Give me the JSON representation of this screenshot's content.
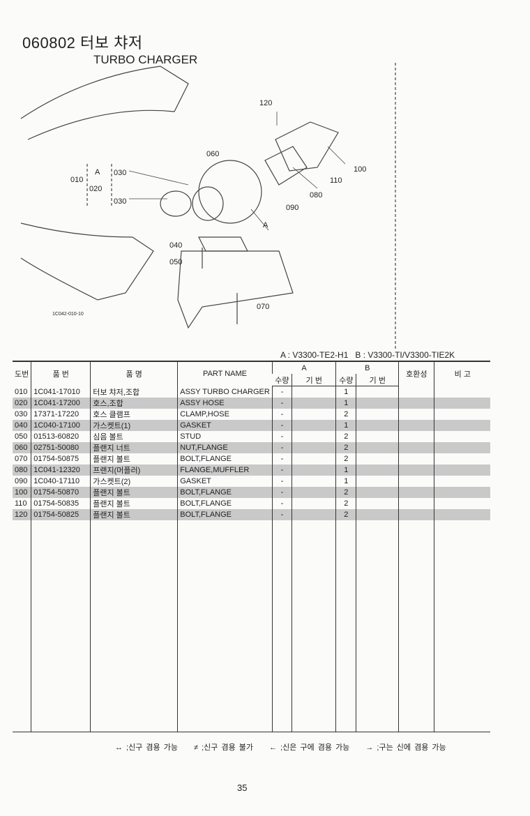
{
  "header": {
    "code_title": "060802 터보 챠저",
    "english_title": "TURBO CHARGER"
  },
  "diagram": {
    "callouts": [
      "120",
      "060",
      "030",
      "030",
      "010",
      "A",
      "020",
      "100",
      "110",
      "080",
      "090",
      "A",
      "040",
      "050",
      "070"
    ],
    "figure_id": "1C042-010-10"
  },
  "models_line": "A : V3300-TE2-H1   B : V3300-TI/V3300-TIE2K",
  "table": {
    "headers": {
      "no": "도번",
      "part_no": "품  번",
      "name_kr": "품      명",
      "part_name": "PART NAME",
      "group_a": "A",
      "group_b": "B",
      "qty": "수량",
      "code": "기 번",
      "compat": "호환성",
      "remarks": "비  고"
    },
    "rows": [
      {
        "no": "010",
        "part_no": "1C041-17010",
        "name_kr": "터보 챠저,조합",
        "part_name": "ASSY TURBO CHARGER",
        "a_qty": "-",
        "b_qty": "1"
      },
      {
        "no": "020",
        "part_no": "1C041-17200",
        "name_kr": "호스,조합",
        "part_name": "ASSY HOSE",
        "a_qty": "-",
        "b_qty": "1"
      },
      {
        "no": "030",
        "part_no": "17371-17220",
        "name_kr": "호스 클램프",
        "part_name": "CLAMP,HOSE",
        "a_qty": "-",
        "b_qty": "2"
      },
      {
        "no": "040",
        "part_no": "1C040-17100",
        "name_kr": "가스켓트(1)",
        "part_name": "GASKET",
        "a_qty": "-",
        "b_qty": "1"
      },
      {
        "no": "050",
        "part_no": "01513-60820",
        "name_kr": "심음 볼트",
        "part_name": "STUD",
        "a_qty": "-",
        "b_qty": "2"
      },
      {
        "no": "060",
        "part_no": "02751-50080",
        "name_kr": "플랜지 너트",
        "part_name": "NUT,FLANGE",
        "a_qty": "-",
        "b_qty": "2"
      },
      {
        "no": "070",
        "part_no": "01754-50875",
        "name_kr": "플랜지 볼트",
        "part_name": "BOLT,FLANGE",
        "a_qty": "-",
        "b_qty": "2"
      },
      {
        "no": "080",
        "part_no": "1C041-12320",
        "name_kr": "프랜지(머플러)",
        "part_name": "FLANGE,MUFFLER",
        "a_qty": "-",
        "b_qty": "1"
      },
      {
        "no": "090",
        "part_no": "1C040-17110",
        "name_kr": "가스켓트(2)",
        "part_name": "GASKET",
        "a_qty": "-",
        "b_qty": "1"
      },
      {
        "no": "100",
        "part_no": "01754-50870",
        "name_kr": "플랜지 볼트",
        "part_name": "BOLT,FLANGE",
        "a_qty": "-",
        "b_qty": "2"
      },
      {
        "no": "110",
        "part_no": "01754-50835",
        "name_kr": "플랜지 볼트",
        "part_name": "BOLT,FLANGE",
        "a_qty": "-",
        "b_qty": "2"
      },
      {
        "no": "120",
        "part_no": "01754-50825",
        "name_kr": "플랜지 볼트",
        "part_name": "BOLT,FLANGE",
        "a_qty": "-",
        "b_qty": "2"
      }
    ]
  },
  "legend": [
    "↔ ;신구 겸용 가능",
    "≠ ;신구 겸용 불가",
    "← ;신은 구에 겸용 가능",
    "→ ;구는 신에 겸용 가능"
  ],
  "page_number": "35"
}
